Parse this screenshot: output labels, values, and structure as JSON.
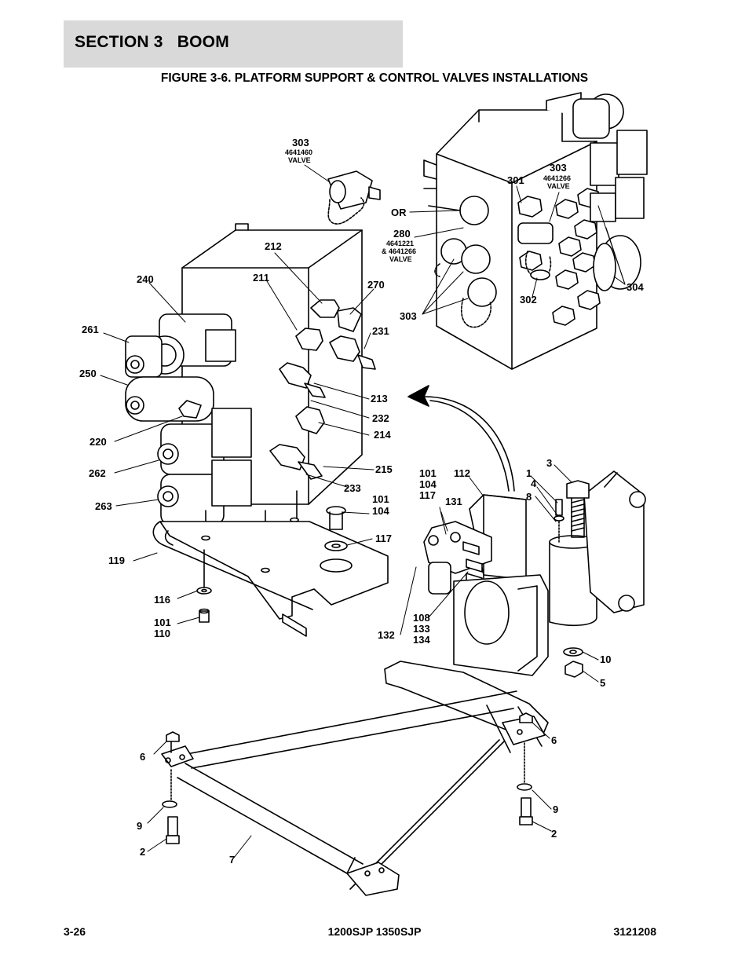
{
  "header": {
    "section_title": "SECTION 3   BOOM",
    "figure_title": "FIGURE 3-6. PLATFORM SUPPORT & CONTROL VALVES INSTALLATIONS"
  },
  "callouts": {
    "c303a": "303",
    "c4641460": "4641460",
    "valve_a": "VALVE",
    "c303b": "303",
    "c4641266": "4641266",
    "valve_b": "VALVE",
    "c301": "301",
    "or": "OR",
    "c280": "280",
    "c4641221": "4641221",
    "c_and_4641266": "& 4641266",
    "valve_c": "VALVE",
    "c212": "212",
    "c240": "240",
    "c211": "211",
    "c270": "270",
    "c231": "231",
    "c261": "261",
    "c250": "250",
    "c213": "213",
    "c232": "232",
    "c214": "214",
    "c220": "220",
    "c215": "215",
    "c262": "262",
    "c233": "233",
    "c263": "263",
    "c101a": "101",
    "c104a": "104",
    "c117a": "117",
    "c119": "119",
    "c116": "116",
    "c101b": "101",
    "c110": "110",
    "c303c": "303",
    "c302": "302",
    "c304": "304",
    "c101c": "101",
    "c104c": "104",
    "c117c": "117",
    "c112": "112",
    "c131": "131",
    "c1": "1",
    "c4": "4",
    "c8": "8",
    "c3": "3",
    "c132": "132",
    "c108": "108",
    "c133": "133",
    "c134": "134",
    "c10": "10",
    "c5": "5",
    "c6a": "6",
    "c6b": "6",
    "c9a": "9",
    "c9b": "9",
    "c2a": "2",
    "c2b": "2",
    "c7": "7"
  },
  "footer": {
    "page": "3-26",
    "models": "1200SJP 1350SJP",
    "doc_number": "3121208"
  }
}
